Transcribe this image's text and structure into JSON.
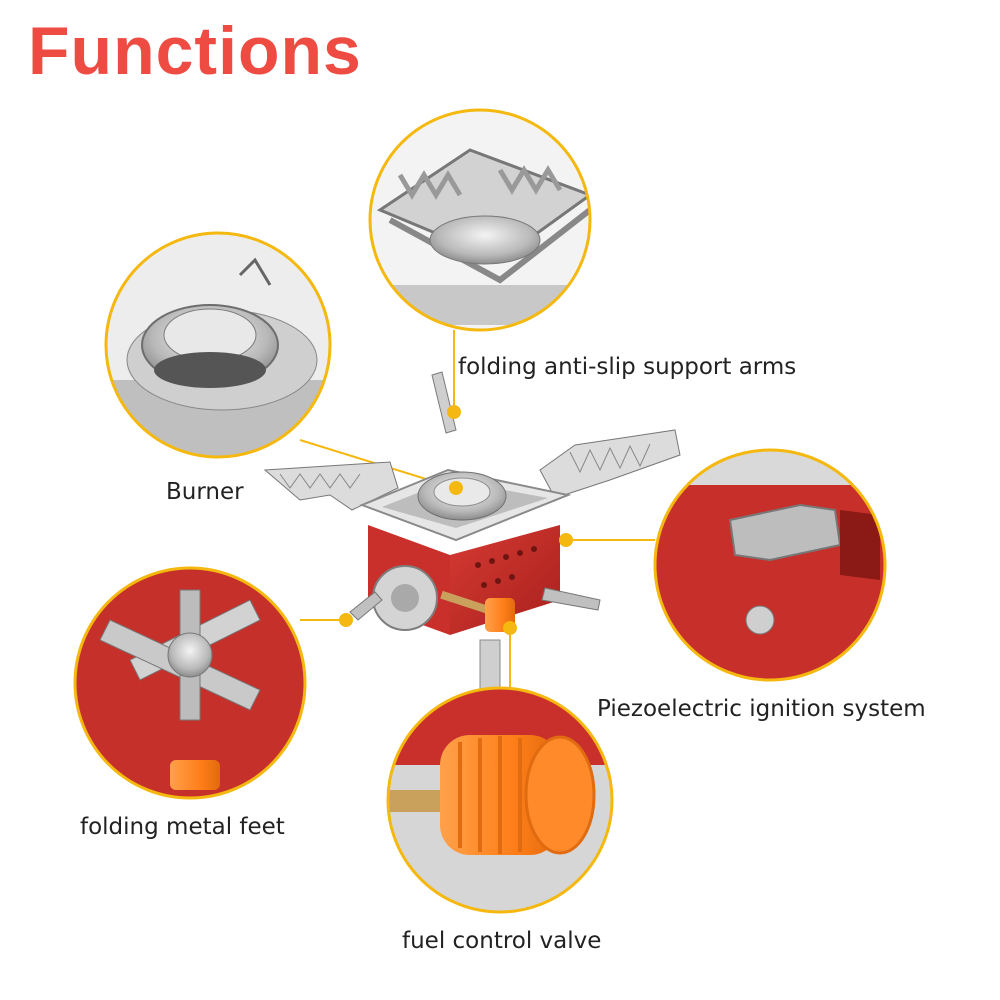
{
  "page": {
    "title": "Functions",
    "accent_color": "#ee4b43",
    "callout_ring_color": "#f5b80f"
  },
  "callouts": [
    {
      "id": "support-arms",
      "label": "folding anti-slip support arms"
    },
    {
      "id": "burner",
      "label": "Burner"
    },
    {
      "id": "ignition",
      "label": "Piezoelectric ignition system"
    },
    {
      "id": "feet",
      "label": "folding metal feet"
    },
    {
      "id": "valve",
      "label": "fuel control valve"
    }
  ],
  "images": {
    "main_product": "portable-camping-gas-stove",
    "detail_icons": [
      "support-arms-closeup",
      "burner-closeup",
      "ignition-button-closeup",
      "folding-feet-closeup",
      "orange-valve-knob-closeup"
    ]
  }
}
